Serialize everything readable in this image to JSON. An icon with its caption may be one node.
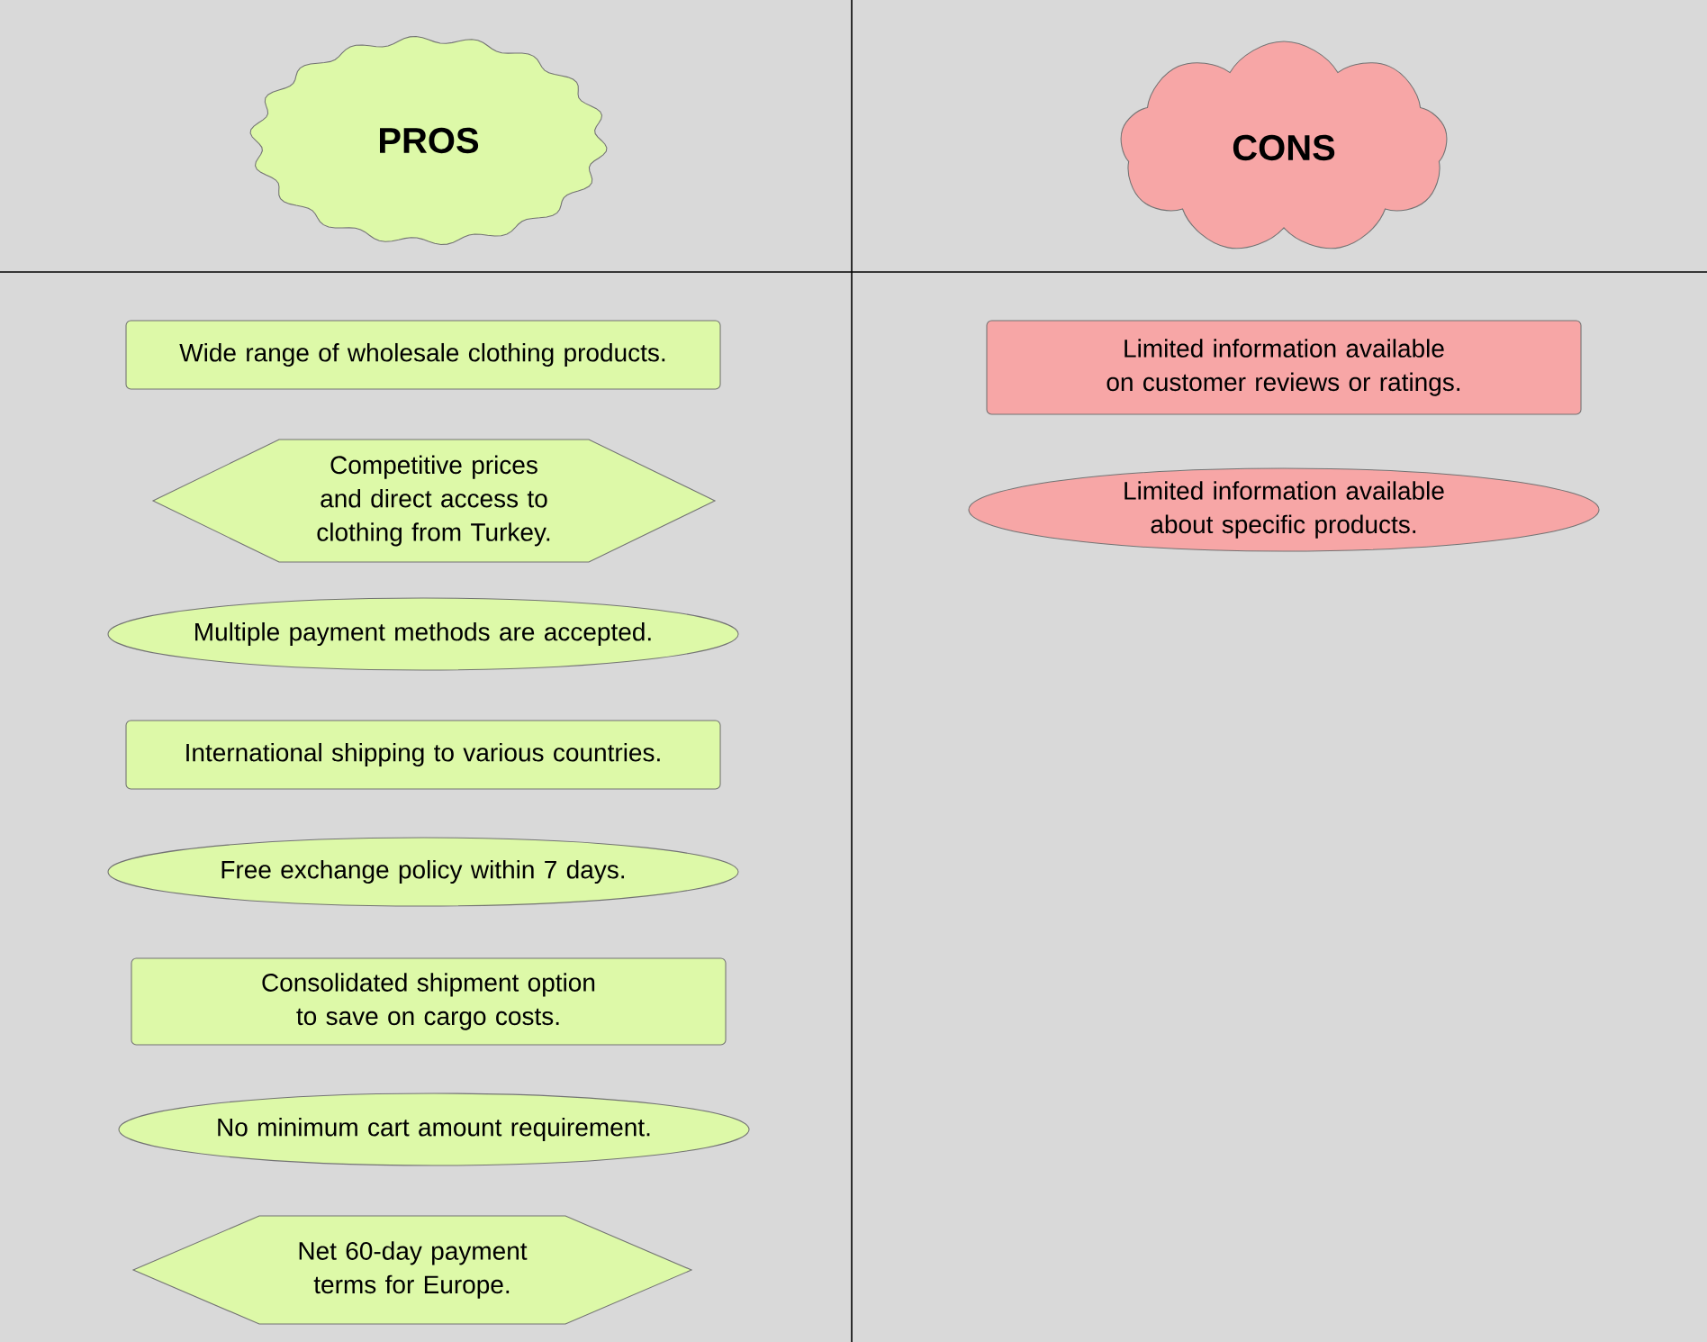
{
  "diagram": {
    "nodes": [
      {
        "text": [
          "PROS"
        ]
      },
      {
        "text": [
          "CONS"
        ]
      },
      {
        "text": [
          "Wide range of wholesale clothing products."
        ]
      },
      {
        "text": [
          "Competitive prices and direct access to clothing from Turkey."
        ]
      },
      {
        "text": [
          "Multiple payment methods are accepted."
        ]
      },
      {
        "text": [
          "International shipping to various countries."
        ]
      },
      {
        "text": [
          "Free exchange policy within 7 days."
        ]
      },
      {
        "text": [
          "Consolidated shipment option to save on cargo costs."
        ]
      },
      {
        "text": [
          "No minimum cart amount requirement."
        ]
      },
      {
        "text": [
          "Net 60-day payment terms for Europe."
        ]
      },
      {
        "text": [
          "Limited information available on customer reviews or ratings."
        ]
      },
      {
        "text": [
          "Limited information available about specific products."
        ]
      }
    ]
  }
}
